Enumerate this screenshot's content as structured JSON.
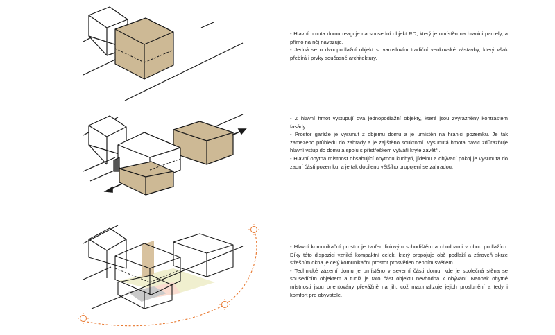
{
  "colors": {
    "mass": "#cdb995",
    "stair": "#d8c29f",
    "garden": "#f0efcf",
    "living": "#fadcd0",
    "technical": "#c9c9c9",
    "sun": "#e8782f",
    "stroke": "#1a1a1a"
  },
  "sections": [
    {
      "paragraphs": [
        "- Hlavní hmota domu reaguje na sousední objekt RD, který je umístěn na hranici parcely, a přímo na něj navazuje.",
        "- Jedná se o dvoupodlažní objekt s tvaroslovím tradiční venkovské zástavby, který však přebírá i prvky současné architektury."
      ]
    },
    {
      "paragraphs": [
        "- Z hlavní hmot vystupují dva jednopodlažní objekty, které jsou zvýrazněny kontrastem fasády.",
        "- Prostor garáže je vysunut z objemu domu a je umístěn na hranici pozemku. Je tak zamezeno průhledu do zahrady a je zajištěno soukromí. Vysunutá hmota navíc zdůrazňuje hlavní vstup do domu a spolu s přístřeškem vytváří kryté závětří.",
        "- Hlavní obytná místnost obsahující obytnou kuchyň, jídelnu a obývací pokoj je vysunuta do zadní části pozemku, a je tak docíleno většího propojení se zahradou."
      ]
    },
    {
      "paragraphs": [
        "- Hlavní komunikační prostor je tvořen liniovým schodištěm a chodbami v obou podlažích. Díky této dispozici vzniká kompaktní celek, který propojuje obě podlaží a zároveň skrze střešním okna je celý komunikační prostor prosvětlen denním světlem.",
        "- Technické zázemí domu je umístěno v severní části domu, kde je společná stěna se sousedícím objektem a tudíž je tato část objektu nevhodná k obývání. Naopak obytné místnosti jsou orientovány převážně na jih, což maximalizuje jejich proslunění a tedy i komfort pro obyvatele."
      ]
    }
  ]
}
